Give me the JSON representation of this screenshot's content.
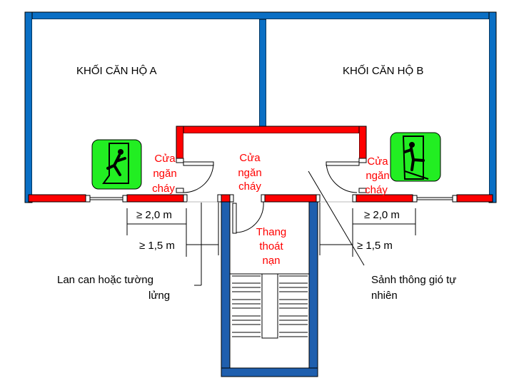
{
  "labels": {
    "block_a": "KHỐI CĂN HỘ A",
    "block_b": "KHỐI CĂN HỘ B",
    "fire_door_left": [
      "Cửa",
      "ngăn",
      "cháy"
    ],
    "fire_door_center": [
      "Cửa",
      "ngăn",
      "cháy"
    ],
    "fire_door_right": [
      "Cửa",
      "ngăn",
      "cháy"
    ],
    "stair": [
      "Thang",
      "thoát",
      "nạn"
    ],
    "dim_left_2": "≥ 2,0 m",
    "dim_left_15": "≥ 1,5 m",
    "dim_right_2": "≥ 2,0 m",
    "dim_right_15": "≥ 1,5 m",
    "railing": [
      "Lan can hoặc tường",
      "lửng"
    ],
    "lobby": [
      "Sảnh thông gió tự",
      "nhiên"
    ]
  },
  "colors": {
    "wall_blue": "#0a6fc4",
    "stair_blue": "#1f5fae",
    "fire_wall_red": "#ff0000",
    "exit_sign_green": "#22ee22"
  },
  "icons": [
    "exit-sign-icon",
    "exit-sign-icon"
  ]
}
